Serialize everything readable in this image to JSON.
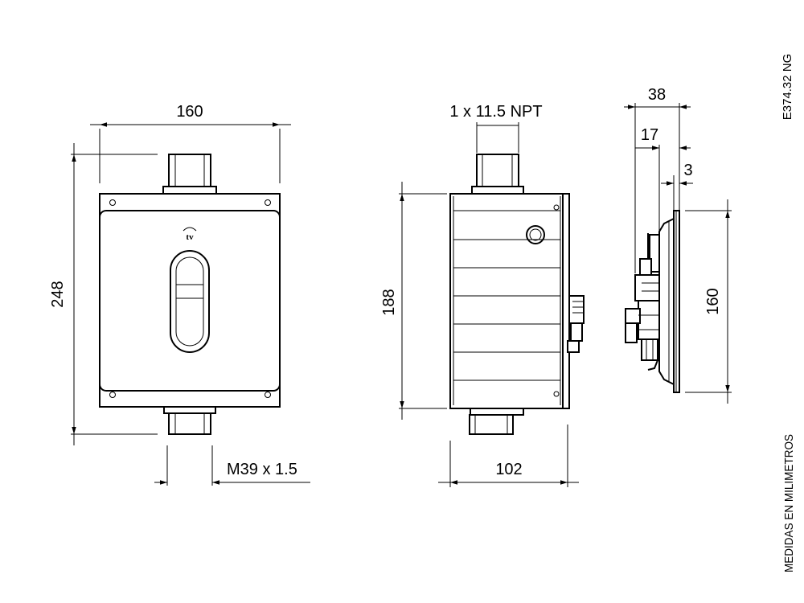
{
  "drawing_code": "E374.32 NG",
  "units_note": "MEDIDAS EN MILIMETROS",
  "brand_mark": "tv",
  "front_view": {
    "width_dim": "160",
    "height_dim": "248",
    "thread_dim": "M39 x 1.5"
  },
  "side_view": {
    "thread_dim": "1 x 11.5 NPT",
    "height_dim": "188",
    "depth_dim": "102"
  },
  "profile_view": {
    "overall_dim": "38",
    "mid_dim": "17",
    "plate_dim": "3",
    "plate_height_dim": "160"
  }
}
